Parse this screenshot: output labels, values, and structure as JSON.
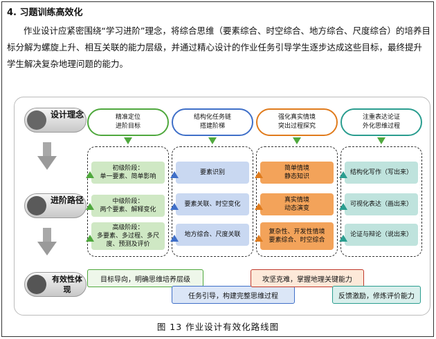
{
  "section": {
    "heading": "4. 习题训练高效化",
    "paragraph": "作业设计应紧密围绕“学习进阶”理念，将综合思维（要素综合、时空综合、地方综合、尺度综合）的培养目标分解为螺旋上升、相互关联的能力层级，并通过精心设计的作业任务引导学生逐步达成这些目标，最终提升学生解决复杂地理问题的能力。"
  },
  "figure": {
    "caption": "图 13 作业设计有效化路线图",
    "rows": {
      "design": "设计理念",
      "path": "进阶路径",
      "effect": "有效性体现"
    },
    "concepts": [
      {
        "text": "精准定位\n进阶目标",
        "color": "#4fa83d"
      },
      {
        "text": "结构化任务链\n搭建阶梯",
        "color": "#3f6fc8"
      },
      {
        "text": "强化真实情境\n突出过程探究",
        "color": "#e07b1c"
      },
      {
        "text": "注重表达论证\n外化思维过程",
        "color": "#2a9d8f"
      }
    ],
    "stages": {
      "col1": [
        "初级阶段：\n单一要素、简单影响",
        "中级阶段：\n两个要素、解释变化",
        "高级阶段：\n多要素、多过程、多尺度、预测及评价"
      ],
      "col2": [
        "要素识别",
        "要素关联、时空变化",
        "地方综合、尺度关联"
      ],
      "col3": [
        "简单情境\n静态知识",
        "真实情境\n动态演变",
        "复杂性、开发性情境\n要素综合、时空综合"
      ],
      "col4": [
        "结构化写作（写出来）",
        "可视化表达（画出来）",
        "论证与辩论（说出来）"
      ]
    },
    "effects": [
      "目标导向，明确思维培养层级",
      "任务引导，构建完整思维过程",
      "攻坚克难，掌握地理关键能力",
      "反馈激励，修炼评价能力"
    ]
  }
}
